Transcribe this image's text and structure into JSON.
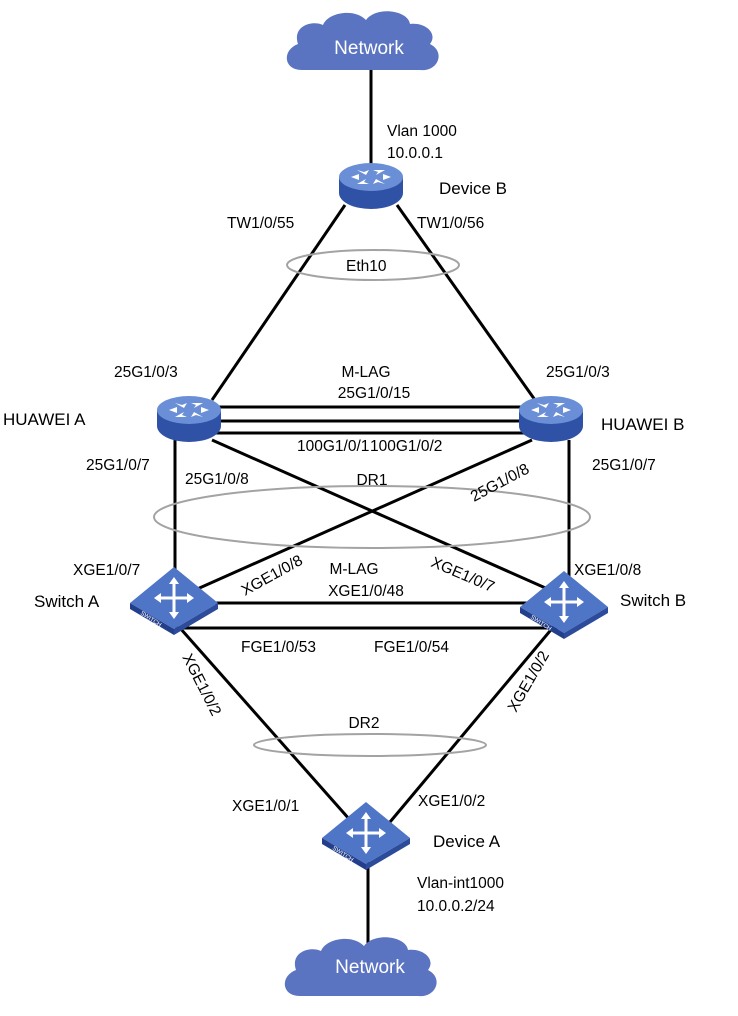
{
  "colors": {
    "cloud": "#5b74c2",
    "device": "#3d63b5",
    "device_top": "#5b80cc",
    "ring": "#a3a3a3",
    "link": "#000000"
  },
  "clouds": {
    "top": "Network",
    "bottom": "Network"
  },
  "devices": {
    "device_b": {
      "name": "Device B",
      "icon": "router-icon",
      "vlan": "Vlan 1000",
      "ip": "10.0.0.1"
    },
    "huawei_a": {
      "name": "HUAWEI A",
      "icon": "router-icon"
    },
    "huawei_b": {
      "name": "HUAWEI B",
      "icon": "router-icon"
    },
    "switch_a": {
      "name": "Switch A",
      "icon": "switch-icon"
    },
    "switch_b": {
      "name": "Switch B",
      "icon": "switch-icon"
    },
    "device_a": {
      "name": "Device A",
      "icon": "switch-icon",
      "vlan_int": "Vlan-int1000",
      "ip": "10.0.0.2/24"
    },
    "switch_brand": "SWITCH"
  },
  "groups": {
    "eth10": "Eth10",
    "mlag_top": "M-LAG",
    "dr1": "DR1",
    "mlag_bottom": "M-LAG",
    "dr2": "DR2"
  },
  "ports": {
    "devb_left": "TW1/0/55",
    "devb_right": "TW1/0/56",
    "ha_up": "25G1/0/3",
    "hb_up": "25G1/0/3",
    "peer_15": "25G1/0/15",
    "peer_100_a": "100G1/0/1",
    "peer_100_b": "100G1/0/2",
    "ha_7": "25G1/0/7",
    "ha_8": "25G1/0/8",
    "hb_8": "25G1/0/8",
    "hb_7": "25G1/0/7",
    "sa_7": "XGE1/0/7",
    "sa_8": "XGE1/0/8",
    "sb_7": "XGE1/0/7",
    "sb_8": "XGE1/0/8",
    "peer_48": "XGE1/0/48",
    "fge_53": "FGE1/0/53",
    "fge_54": "FGE1/0/54",
    "sa_2": "XGE1/0/2",
    "sb_2": "XGE1/0/2",
    "da_1": "XGE1/0/1",
    "da_2": "XGE1/0/2"
  }
}
